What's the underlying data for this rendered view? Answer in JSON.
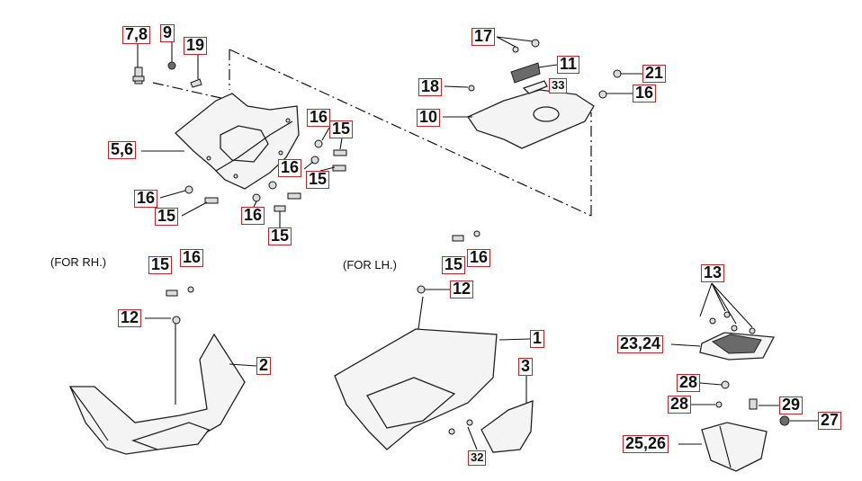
{
  "notes": {
    "for_rh": "(FOR RH.)",
    "for_lh": "(FOR LH.)"
  },
  "callouts": {
    "c_7_8": "7,8",
    "c_9": "9",
    "c_19": "19",
    "c_5_6": "5,6",
    "c_16_a": "16",
    "c_15_a": "15",
    "c_16_b": "16",
    "c_15_b": "15",
    "c_16_c": "16",
    "c_15_c": "15",
    "c_16_d": "16",
    "c_15_d": "15",
    "c_17": "17",
    "c_11": "11",
    "c_18": "18",
    "c_33_a": "33",
    "c_10": "10",
    "c_21": "21",
    "c_16_e": "16",
    "c_15_e": "15",
    "c_16_f": "16",
    "c_12_a": "12",
    "c_2": "2",
    "c_15_f": "15",
    "c_16_g": "16",
    "c_12_b": "12",
    "c_1": "1",
    "c_3": "3",
    "c_32": "32",
    "c_13": "13",
    "c_23_24": "23,24",
    "c_28_a": "28",
    "c_28_b": "28",
    "c_29": "29",
    "c_27": "27",
    "c_25_26": "25,26"
  }
}
